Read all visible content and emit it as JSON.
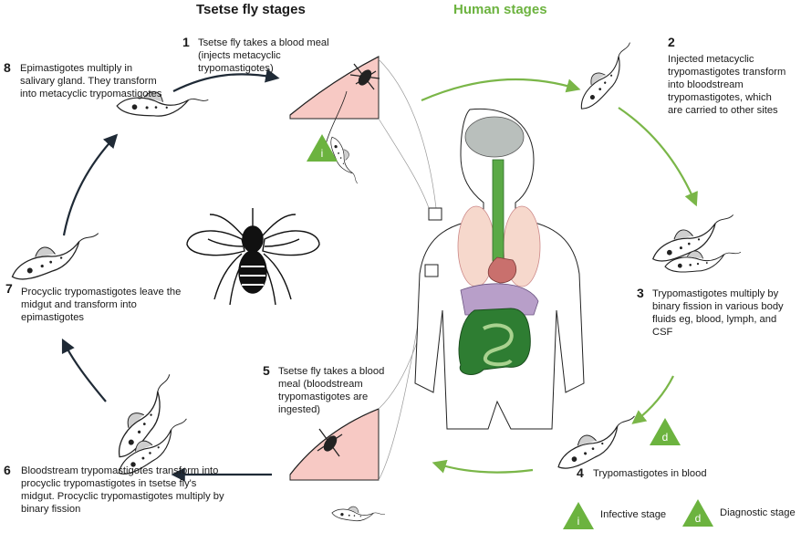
{
  "headers": {
    "tsetse": "Tsetse fly stages",
    "human": "Human stages"
  },
  "steps": [
    {
      "num": "1",
      "text": "Tsetse fly takes a blood meal (injects metacyclic trypomastigotes)"
    },
    {
      "num": "2",
      "text": "Injected metacyclic trypomastigotes transform into bloodstream trypomastigotes, which are carried to other sites"
    },
    {
      "num": "3",
      "text": "Trypomastigotes multiply by binary fission in various body fluids eg, blood, lymph, and CSF"
    },
    {
      "num": "4",
      "text": "Trypomastigotes in blood"
    },
    {
      "num": "5",
      "text": "Tsetse fly takes a blood meal (bloodstream trypomastigotes are ingested)"
    },
    {
      "num": "6",
      "text": "Bloodstream trypomastigotes transform into procyclic trypomastigotes in tsetse fly's midgut. Procyclic trypomastigotes multiply by binary fission"
    },
    {
      "num": "7",
      "text": "Procyclic trypomastigotes leave the midgut and transform into epimastigotes"
    },
    {
      "num": "8",
      "text": "Epimastigotes multiply in salivary gland. They transform into metacyclic trypomastigotes"
    }
  ],
  "legend": {
    "infective_letter": "i",
    "infective_label": "Infective stage",
    "diagnostic_letter": "d",
    "diagnostic_label": "Diagnostic stage"
  },
  "colors": {
    "tsetse_header": "#1a1a1a",
    "human_header": "#6cb33f",
    "human_arrow": "#7ab648",
    "fly_arrow": "#1f2a36",
    "stage_triangle": "#6cb33f",
    "skin": "#f7c9c4"
  }
}
